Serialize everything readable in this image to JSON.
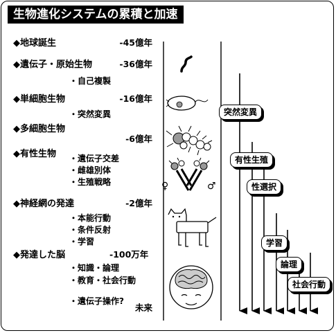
{
  "title": "生物進化システムの累積と加速",
  "stages": [
    {
      "label": "◆地球誕生",
      "time": "-45億年",
      "subs": []
    },
    {
      "label": "◆遺伝子・原始生物",
      "time": "-36億年",
      "subs": [
        "・自己複製"
      ]
    },
    {
      "label": "◆単細胞生物",
      "time": "-16億年",
      "subs": [
        "・突然変異"
      ]
    },
    {
      "label": "◆多細胞生物",
      "time": "-6億年",
      "subs": []
    },
    {
      "label": "◆有性生物",
      "time": "",
      "subs": [
        "・遺伝子交差",
        "・雌雄別体",
        "・生殖戦略"
      ]
    },
    {
      "label": "◆神経網の発達",
      "time": "-2億年",
      "subs": [
        "・本能行動",
        "・条件反射",
        "・学習"
      ]
    },
    {
      "label": "◆発達した脳",
      "time": "-100万年",
      "subs": [
        "・知識・論理",
        "・教育・社会行動"
      ]
    }
  ],
  "future": {
    "sub": "・遺伝子操作?",
    "time": "未来"
  },
  "symbols": {
    "female": "♀",
    "male": "♂"
  },
  "systems": [
    "突然変異",
    "有性生殖",
    "性選択",
    "学習",
    "論理",
    "社会行動"
  ],
  "icons": [
    "dna-strand-icon",
    "single-cell-icon",
    "multicell-worm-icon",
    "sexual-organisms-icon",
    "dog-icon",
    "brain-head-icon"
  ]
}
